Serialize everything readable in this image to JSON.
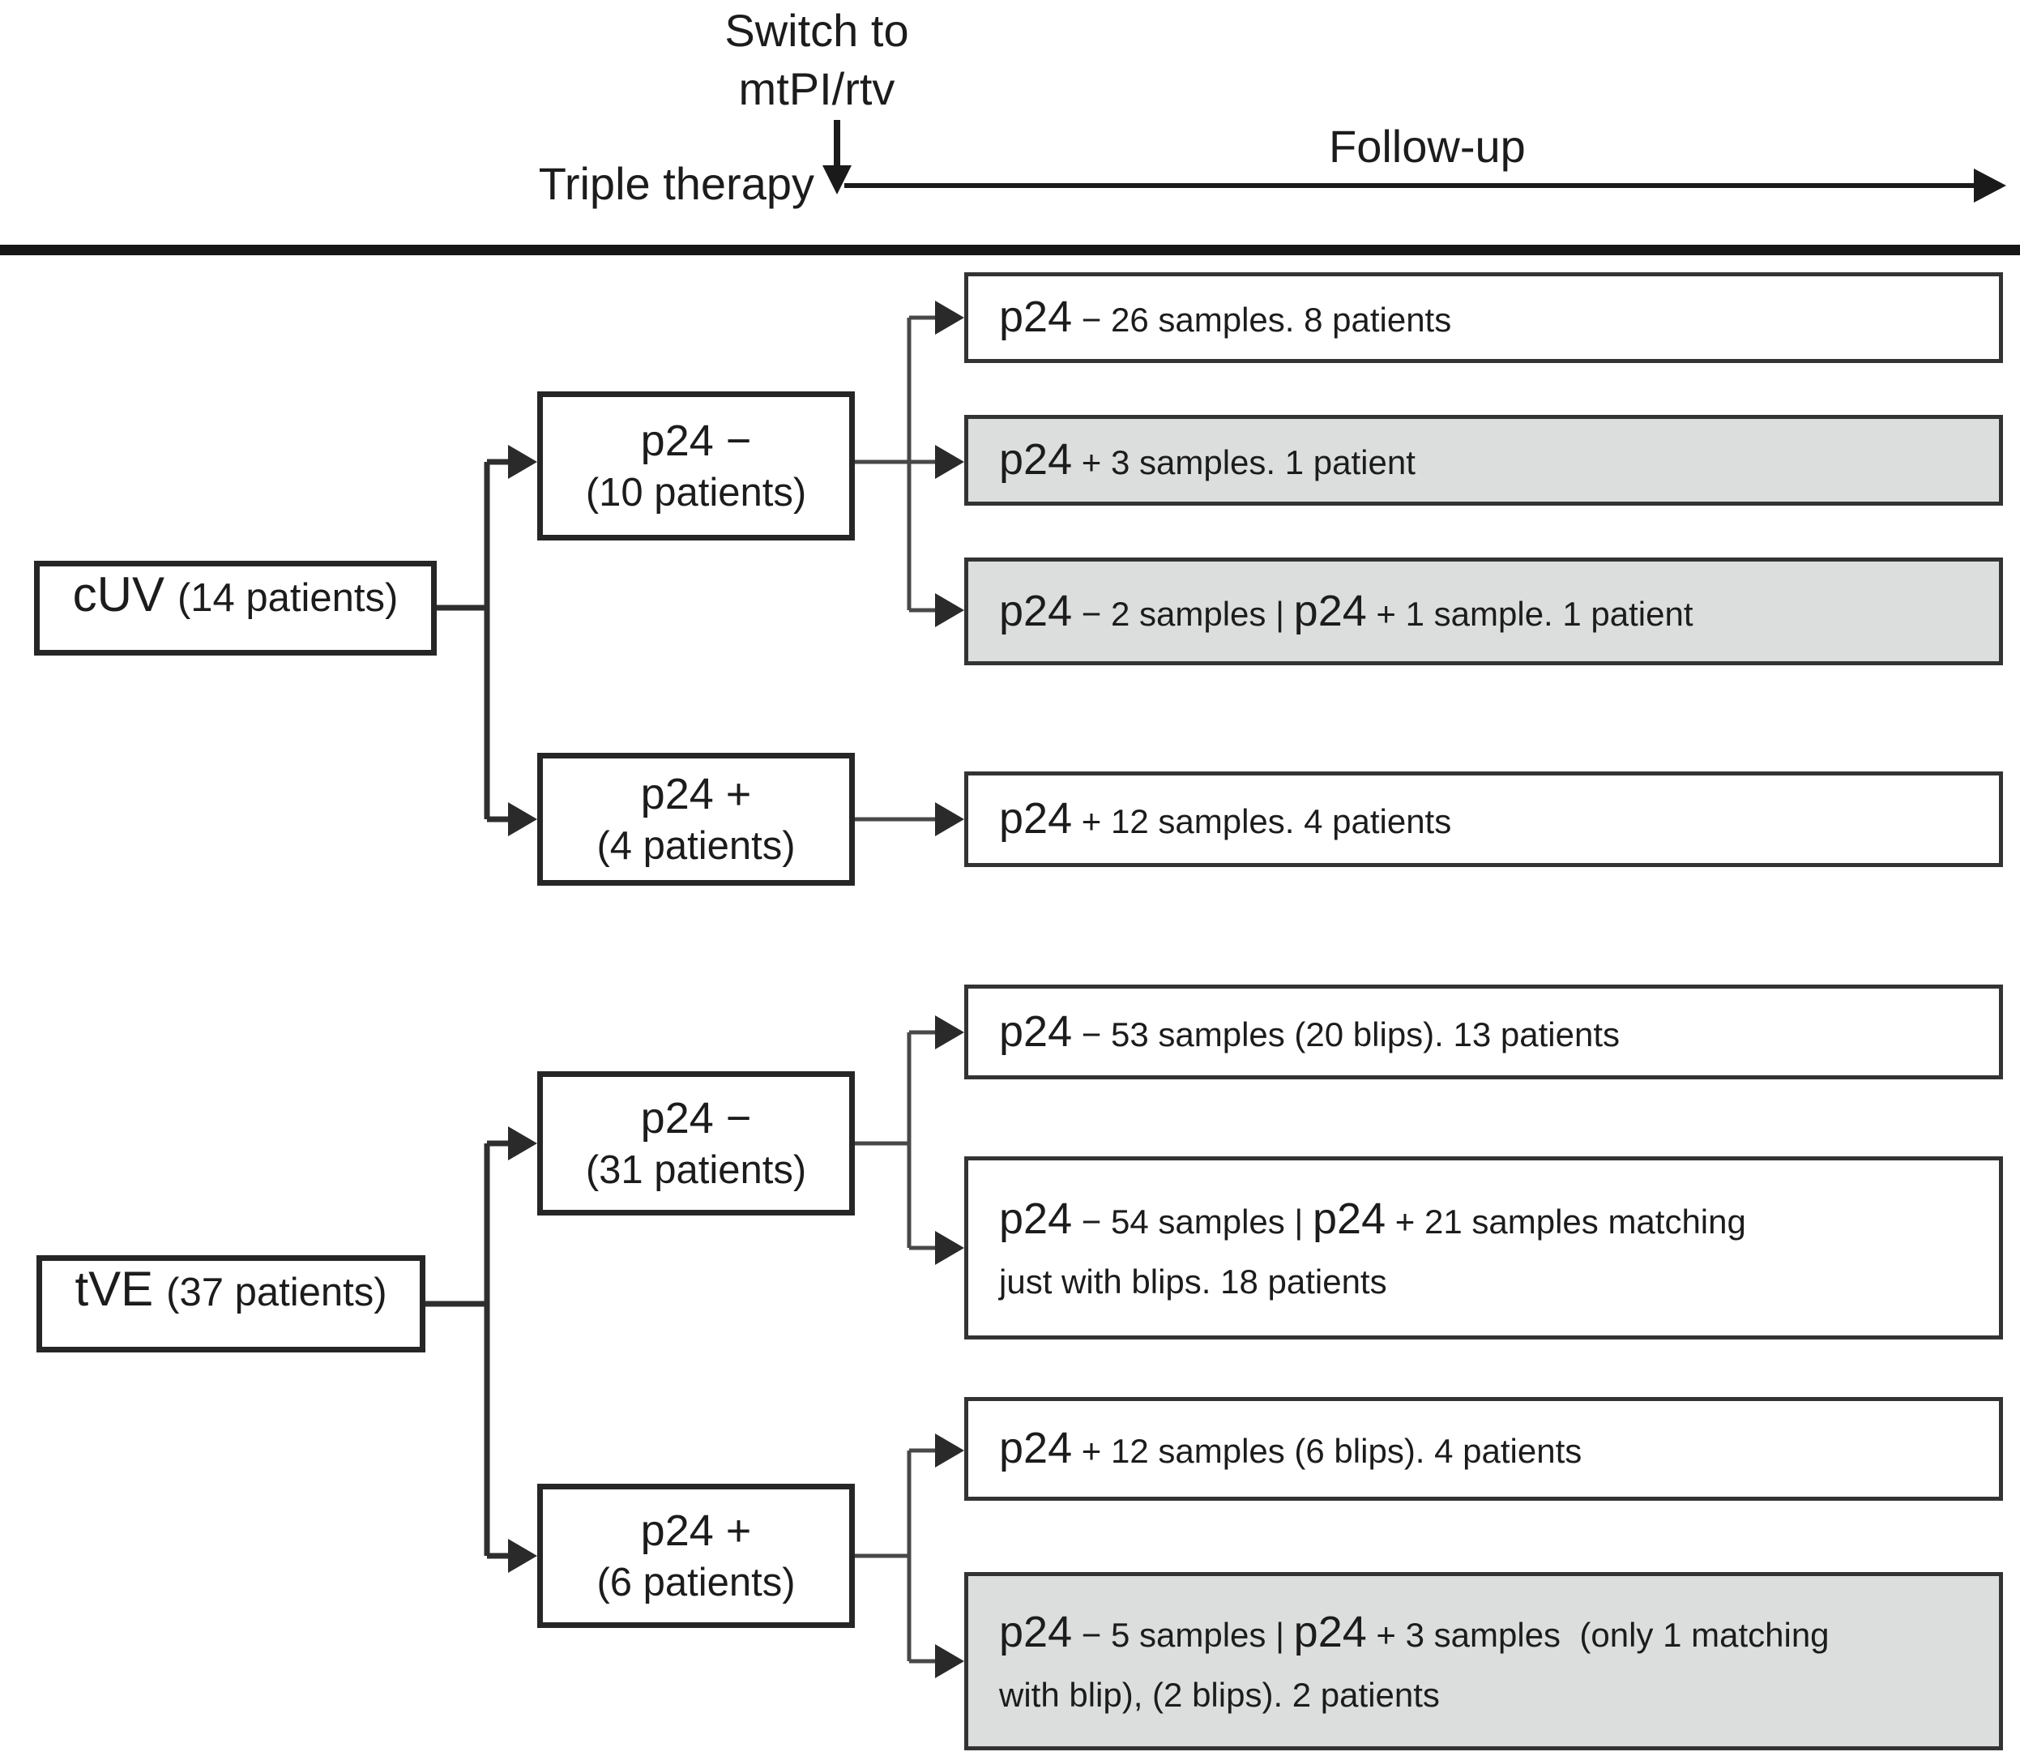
{
  "colors": {
    "box_border": "#262626",
    "outcome_border": "#333333",
    "shaded_fill": "#dcdddd",
    "connector": "#474747",
    "text": "#1c1c1c"
  },
  "header": {
    "switch_line1": "Switch to",
    "switch_line2": "mtPI/rtv",
    "left_phase": "Triple therapy",
    "right_phase": "Follow-up"
  },
  "cuv": {
    "root_name": "cUV",
    "root_detail": "(14 patients)",
    "neg_node_line1": "p24 −",
    "neg_node_line2": "(10 patients)",
    "pos_node_line1": "p24 +",
    "pos_node_line2": "(4 patients)",
    "outcome_a_shaded": false,
    "outcome_a_lines": [
      [
        {
          "t": "p24",
          "s": "lg"
        },
        {
          "t": " − 26 samples. 8 patients",
          "s": "sm"
        }
      ]
    ],
    "outcome_b_shaded": true,
    "outcome_b_lines": [
      [
        {
          "t": "p24",
          "s": "lg"
        },
        {
          "t": " + 3 samples. 1 patient",
          "s": "sm"
        }
      ]
    ],
    "outcome_c_shaded": true,
    "outcome_c_lines": [
      [
        {
          "t": "p24",
          "s": "lg"
        },
        {
          "t": " − 2 samples | ",
          "s": "sm"
        },
        {
          "t": "p24",
          "s": "lg"
        },
        {
          "t": " + 1 sample. 1 patient",
          "s": "sm"
        }
      ]
    ],
    "outcome_d_shaded": false,
    "outcome_d_lines": [
      [
        {
          "t": "p24",
          "s": "lg"
        },
        {
          "t": " + 12 samples. 4 patients",
          "s": "sm"
        }
      ]
    ]
  },
  "tve": {
    "root_name": "tVE",
    "root_detail": "(37 patients)",
    "neg_node_line1": "p24 −",
    "neg_node_line2": "(31 patients)",
    "pos_node_line1": "p24 +",
    "pos_node_line2": "(6 patients)",
    "outcome_e_shaded": false,
    "outcome_e_lines": [
      [
        {
          "t": "p24",
          "s": "lg"
        },
        {
          "t": " − 53 samples (20 blips). 13 patients",
          "s": "sm"
        }
      ]
    ],
    "outcome_f_shaded": false,
    "outcome_f_lines": [
      [
        {
          "t": "p24",
          "s": "lg"
        },
        {
          "t": " − 54 samples | ",
          "s": "sm"
        },
        {
          "t": "p24",
          "s": "lg"
        },
        {
          "t": " + 21 samples matching",
          "s": "sm"
        }
      ],
      [
        {
          "t": "just with blips. 18 patients",
          "s": "sm"
        }
      ]
    ],
    "outcome_g_shaded": false,
    "outcome_g_lines": [
      [
        {
          "t": "p24",
          "s": "lg"
        },
        {
          "t": " + 12 samples (6 blips). 4 patients",
          "s": "sm"
        }
      ]
    ],
    "outcome_h_shaded": true,
    "outcome_h_lines": [
      [
        {
          "t": "p24",
          "s": "lg"
        },
        {
          "t": " − 5 samples | ",
          "s": "sm"
        },
        {
          "t": "p24",
          "s": "lg"
        },
        {
          "t": " + 3 samples  (only 1 matching",
          "s": "sm"
        }
      ],
      [
        {
          "t": "with blip), (2 blips). 2 patients",
          "s": "sm"
        }
      ]
    ]
  }
}
